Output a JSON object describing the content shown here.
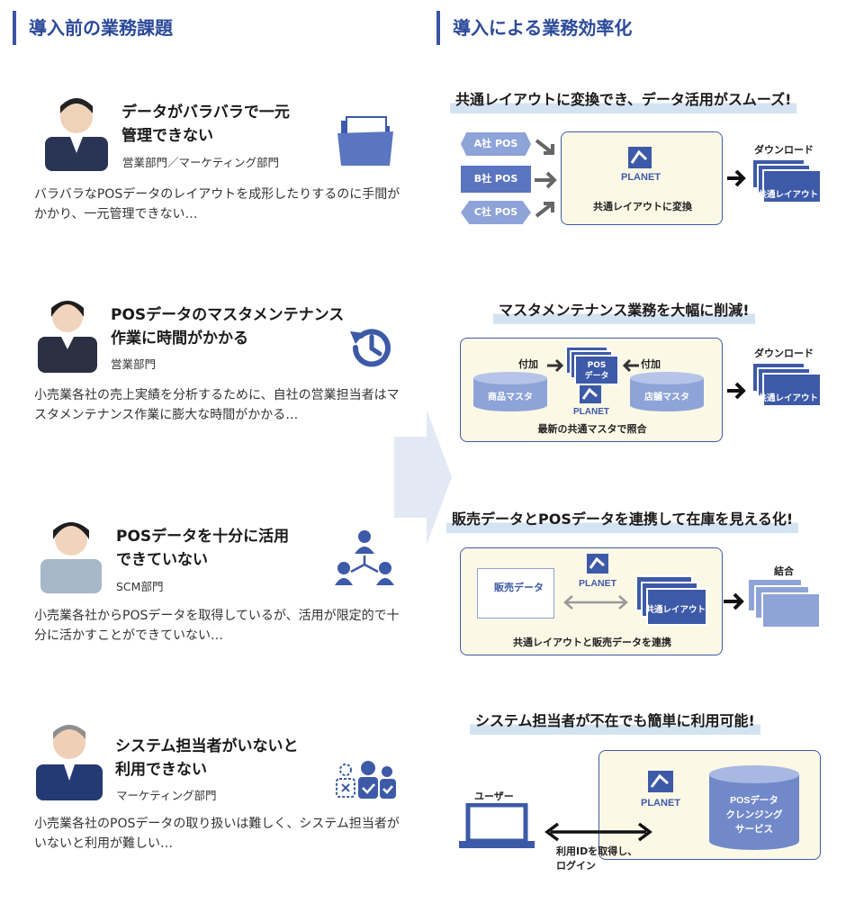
{
  "left_heading": "導入前の業務課題",
  "right_heading": "導入による業務効率化",
  "problems": [
    {
      "title_line1": "データがバラバラで一元",
      "title_line2": "管理できない",
      "dept": "営業部門／マーケティング部門",
      "desc": "バラバラなPOSデータのレイアウトを成形したりするのに手間がかかり、一元管理できない…",
      "icon": "folder-icon"
    },
    {
      "title_line1": "POSデータのマスタメンテナンス",
      "title_line2": "作業に時間がかかる",
      "dept": "営業部門",
      "desc": "小売業各社の売上実績を分析するために、自社の営業担当者はマスタメンテナンス作業に膨大な時間がかかる…",
      "icon": "clock-history-icon"
    },
    {
      "title_line1": "POSデータを十分に活用",
      "title_line2": "できていない",
      "dept": "SCM部門",
      "desc": "小売業各社からPOSデータを取得しているが、活用が限定的で十分に活かすことができていない…",
      "icon": "network-people-icon"
    },
    {
      "title_line1": "システム担当者がいないと",
      "title_line2": "利用できない",
      "dept": "マーケティング部門",
      "desc": "小売業各社のPOSデータの取り扱いは難しく、システム担当者がいないと利用が難しい…",
      "icon": "users-check-icon"
    }
  ],
  "solutions": [
    {
      "heading": "共通レイアウトに変換でき、データ活用がスムーズ!",
      "sources": [
        "A社 POS",
        "B社 POS",
        "C社 POS"
      ],
      "panel_caption": "共通レイアウトに変換",
      "output_label": "ダウンロード",
      "output_doc": "共通レイアウト"
    },
    {
      "heading": "マスタメンテナンス業務を大幅に削減!",
      "left_db": "商品マスタ",
      "right_db": "店舗マスタ",
      "add_left": "付加",
      "add_right": "付加",
      "center_doc_line1": "POS",
      "center_doc_line2": "データ",
      "panel_caption": "最新の共通マスタで照合",
      "output_label": "ダウンロード",
      "output_doc": "共通レイアウト"
    },
    {
      "heading": "販売データとPOSデータを連携して在庫を見える化!",
      "sales_box": "販売データ",
      "stack_doc": "共通レイアウト",
      "panel_caption": "共通レイアウトと販売データを連携",
      "output_label": "結合"
    },
    {
      "heading": "システム担当者が不在でも簡単に利用可能!",
      "user_label": "ユーザー",
      "arrow_caption_line1": "利用IDを取得し、",
      "arrow_caption_line2": "ログイン",
      "service_line1": "POSデータ",
      "service_line2": "クレンジング",
      "service_line3": "サービス"
    }
  ],
  "brand": "PLANET",
  "colors": {
    "accent": "#3a55a4",
    "panel_bg": "#fbf8e6",
    "band": "#d4e3f2",
    "big_arrow": "#e3e8f5"
  }
}
